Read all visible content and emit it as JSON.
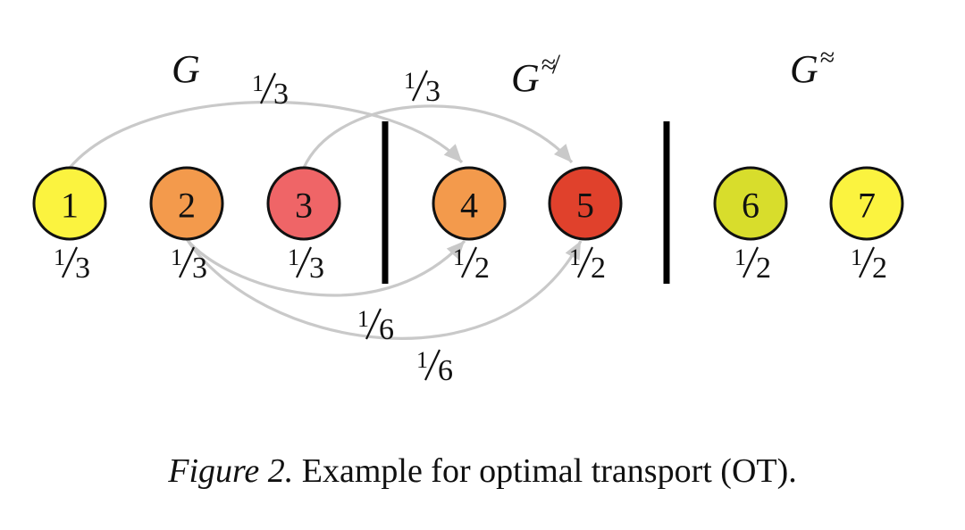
{
  "groups": [
    {
      "base": "G",
      "sup": ""
    },
    {
      "base": "G",
      "sup": "≉"
    },
    {
      "base": "G",
      "sup": "≈"
    }
  ],
  "nodes": [
    {
      "label": "1",
      "color": "#fbf33f",
      "mass_num": "1",
      "mass_den": "3"
    },
    {
      "label": "2",
      "color": "#f39a4c",
      "mass_num": "1",
      "mass_den": "3"
    },
    {
      "label": "3",
      "color": "#ef6567",
      "mass_num": "1",
      "mass_den": "3"
    },
    {
      "label": "4",
      "color": "#f39a4c",
      "mass_num": "1",
      "mass_den": "2"
    },
    {
      "label": "5",
      "color": "#e0412c",
      "mass_num": "1",
      "mass_den": "2"
    },
    {
      "label": "6",
      "color": "#d8dd2c",
      "mass_num": "1",
      "mass_den": "2"
    },
    {
      "label": "7",
      "color": "#fbf33f",
      "mass_num": "1",
      "mass_den": "2"
    }
  ],
  "flows": [
    {
      "from": "1",
      "to": "4",
      "num": "1",
      "den": "3"
    },
    {
      "from": "3",
      "to": "5",
      "num": "1",
      "den": "3"
    },
    {
      "from": "2",
      "to": "4",
      "num": "1",
      "den": "6"
    },
    {
      "from": "2",
      "to": "5",
      "num": "1",
      "den": "6"
    }
  ],
  "caption": {
    "label": "Figure 2.",
    "text": "Example for optimal transport (OT)."
  }
}
